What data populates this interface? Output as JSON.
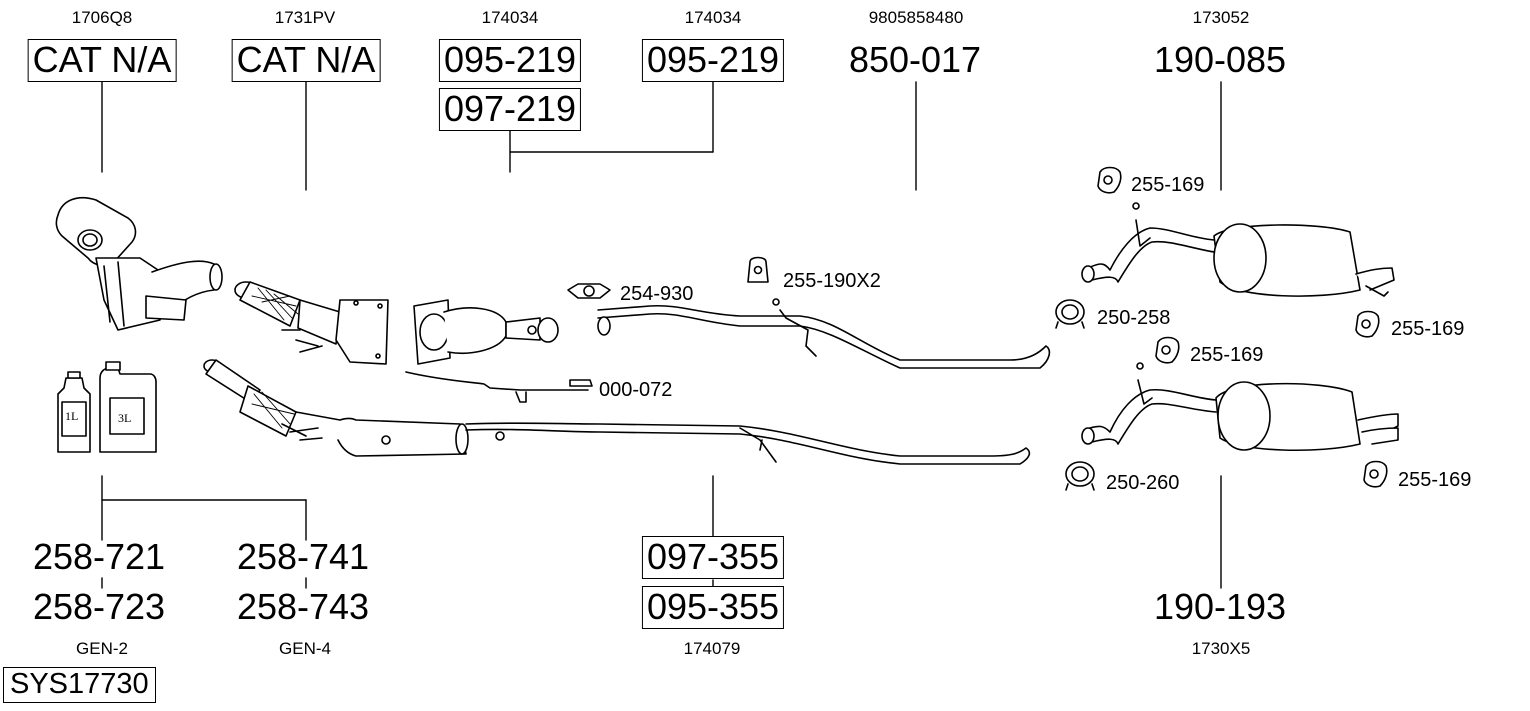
{
  "codes": {
    "cat1": "1706Q8",
    "cat2": "1731PV",
    "dpf_a": "174034",
    "dpf_b": "174034",
    "mid_pipe": "9805858480",
    "rear_top": "173052",
    "fluid_a": "GEN-2",
    "fluid_b": "GEN-4",
    "front_pipe": "174079",
    "rear_bottom": "1730X5"
  },
  "parts": {
    "cat1": "CAT N/A",
    "cat2": "CAT N/A",
    "dpf_a_1": "095-219",
    "dpf_a_2": "097-219",
    "dpf_b": "095-219",
    "mid_pipe": "850-017",
    "rear_top": "190-085",
    "fluid_1": "258-721",
    "fluid_2": "258-723",
    "fluid_3": "258-741",
    "fluid_4": "258-743",
    "front_pipe_1": "097-355",
    "front_pipe_2": "095-355",
    "rear_bottom": "190-193",
    "system": "SYS17730"
  },
  "accessories": {
    "rubber_top_1": "255-169",
    "clamp_1": "254-930",
    "rubber_mid": "255-190X2",
    "gasket_1": "250-258",
    "rubber_top_2": "255-169",
    "rubber_bot_1": "255-169",
    "sensor": "000-072",
    "gasket_2": "250-260",
    "rubber_bot_2": "255-169"
  },
  "containers": {
    "small": "1L",
    "large": "3L"
  }
}
